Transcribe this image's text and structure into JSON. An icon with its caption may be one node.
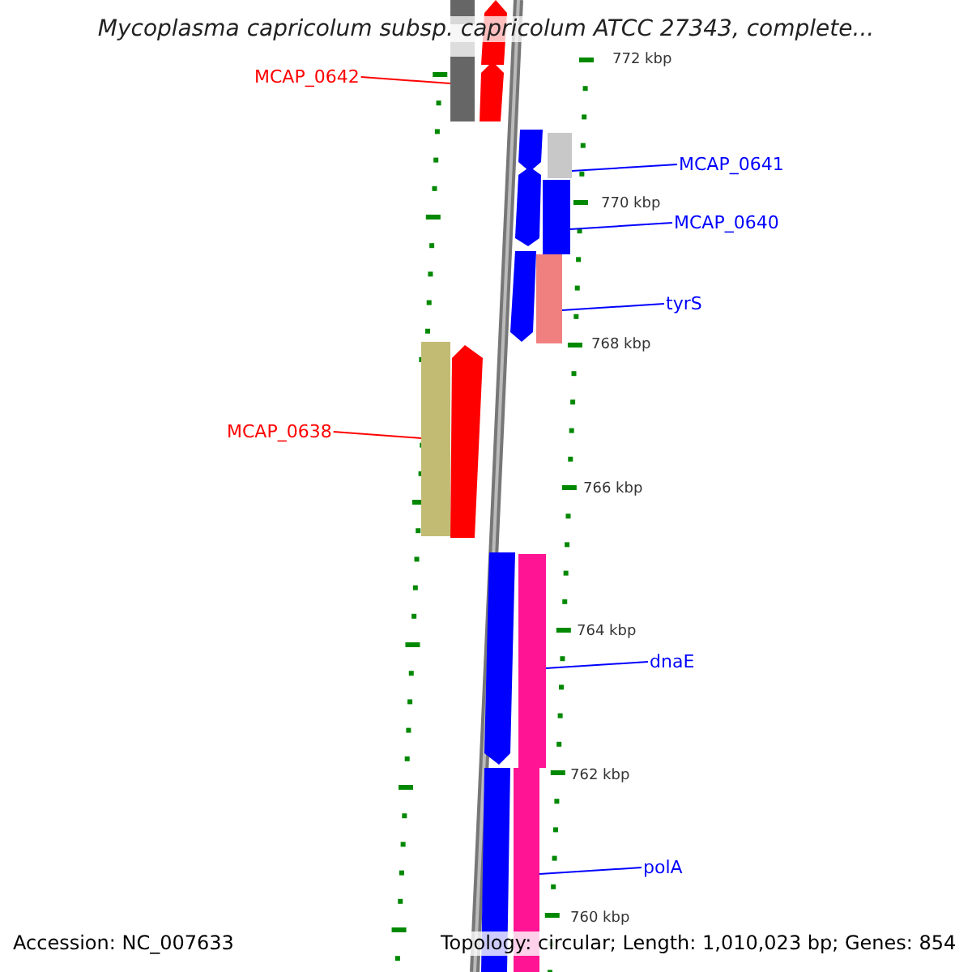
{
  "diagram": {
    "title": "Mycoplasma capricolum subsp. capricolum ATCC 27343, complete...",
    "nodes": [
      {
        "text": [
          "MCAP_0642"
        ]
      },
      {
        "text": [],
        "shape": "bar"
      },
      {
        "text": [
          "MCAP_0641"
        ]
      },
      {
        "text": [],
        "shape": "bar"
      },
      {
        "text": [
          "MCAP_0640"
        ]
      },
      {
        "text": [],
        "shape": "bar"
      },
      {
        "text": [
          "tyrS"
        ]
      },
      {
        "text": [],
        "shape": "bar"
      },
      {
        "text": [
          "MCAP_0638"
        ]
      },
      {
        "text": [],
        "shape": "bar"
      },
      {
        "text": [
          "dnaE"
        ]
      },
      {
        "text": [],
        "shape": "bar"
      },
      {
        "text": [
          "polA"
        ]
      },
      {
        "text": [],
        "shape": "bar"
      }
    ],
    "edges": [
      {
        "from": 0,
        "to": 1,
        "arrow": "none",
        "color": "#ff0000"
      },
      {
        "from": 2,
        "to": 3,
        "arrow": "none"
      },
      {
        "from": 4,
        "to": 5,
        "arrow": "none"
      },
      {
        "from": 6,
        "to": 7,
        "arrow": "none"
      },
      {
        "from": 8,
        "to": 9,
        "arrow": "none",
        "color": "#ff0000"
      },
      {
        "from": 10,
        "to": 11,
        "arrow": "none"
      },
      {
        "from": 12,
        "to": 13,
        "arrow": "none"
      }
    ],
    "labels": [
      "772 kbp",
      "770 kbp",
      "768 kbp",
      "766 kbp",
      "764 kbp",
      "762 kbp",
      "760 kbp",
      "Accession: NC_007633",
      "Topology: circular; Length: 1,010,023 bp; Genes: 854"
    ]
  }
}
